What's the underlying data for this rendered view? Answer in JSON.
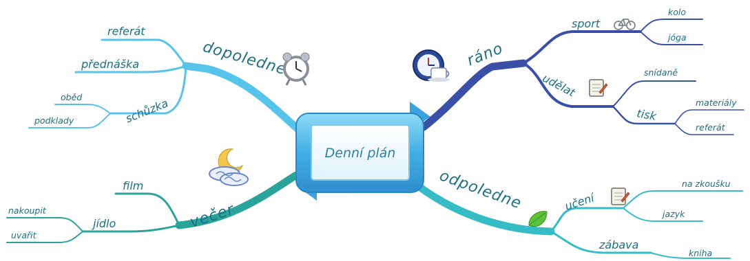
{
  "center": {
    "title": "Denní plán"
  },
  "colors": {
    "rano": "#3a4fa8",
    "dopoledne": "#56c3ea",
    "vecer": "#2aa39a",
    "odpoledne": "#35bcc6",
    "center_fill": "#4fb7e8",
    "text": "#1f6f86"
  },
  "branches": {
    "rano": {
      "label": "ráno",
      "icon": "alarm-coffee-icon",
      "sport": {
        "label": "sport",
        "icon": "bicycle-icon",
        "children": [
          "kolo",
          "jóga"
        ]
      },
      "udelat": {
        "label": "udělat",
        "icon": "notepad-icon",
        "snidane": "snídaně",
        "tisk": {
          "label": "tisk",
          "children": [
            "materiály",
            "referát"
          ]
        }
      }
    },
    "dopoledne": {
      "label": "dopoledne",
      "icon": "alarm-clock-icon",
      "referat": "referát",
      "prednaska": "přednáška",
      "schuzka": {
        "label": "schůzka",
        "children": [
          "oběd",
          "podklady"
        ]
      }
    },
    "vecer": {
      "label": "večer",
      "icon": "moon-clouds-icon",
      "film": "film",
      "jidlo": {
        "label": "jídlo",
        "children": [
          "nakoupit",
          "uvařit"
        ]
      }
    },
    "odpoledne": {
      "label": "odpoledne",
      "icon": "leaf-icon",
      "uceni": {
        "label": "učení",
        "icon": "notepad-icon",
        "children": [
          "na zkoušku",
          "jazyk"
        ]
      },
      "zabava": {
        "label": "zábava",
        "children": [
          "kniha"
        ]
      }
    }
  }
}
